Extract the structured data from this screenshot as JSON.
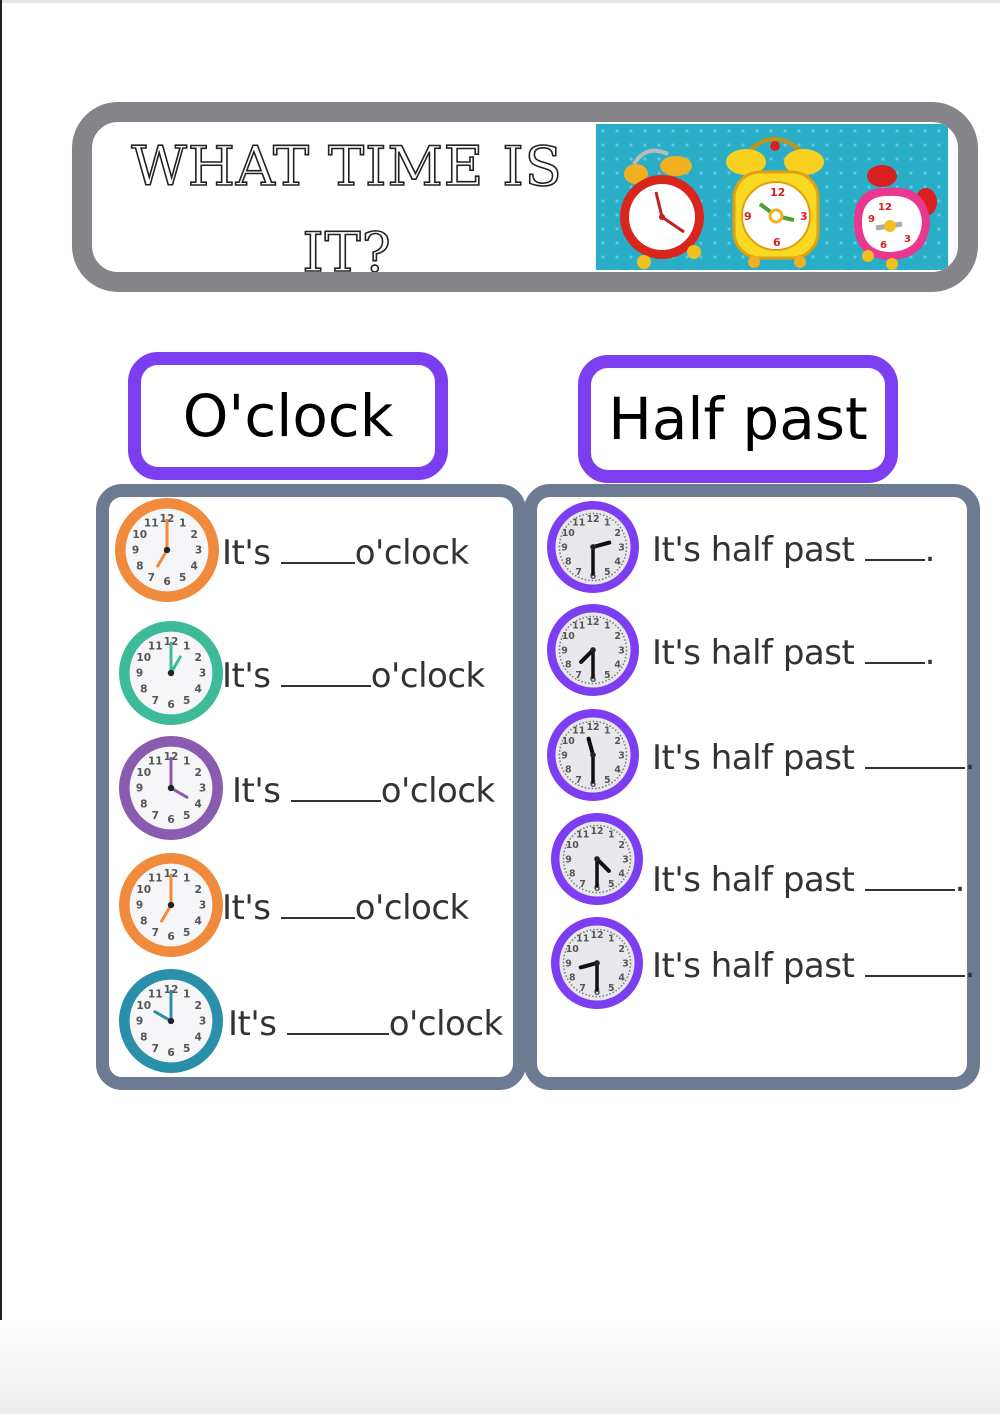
{
  "title": {
    "line1": "WHAT TIME IS",
    "line2": "IT?",
    "illustration": "three-alarm-clocks-illustration"
  },
  "colors": {
    "title_frame": "#858488",
    "category_border": "#7c3ef0",
    "panel_border": "#6c7a92",
    "banner_bg": "#2aaec8"
  },
  "categories": {
    "oclock": "O'clock",
    "halfpast": "Half past"
  },
  "oclock_items": [
    {
      "prefix": "It's",
      "suffix": "o'clock",
      "hour": 7,
      "color": "#f08a3c"
    },
    {
      "prefix": "It's",
      "suffix": "o'clock",
      "hour": 1,
      "color": "#3dbb99"
    },
    {
      "prefix": "It's",
      "suffix": "o'clock",
      "hour": 4,
      "color": "#8a5cb0"
    },
    {
      "prefix": "It's",
      "suffix": "o'clock",
      "hour": 7,
      "color": "#f08a3c"
    },
    {
      "prefix": "It's",
      "suffix": "o'clock",
      "hour": 10,
      "color": "#2a8fa8"
    }
  ],
  "halfpast_items": [
    {
      "prefix": "It's half past",
      "suffix": ".",
      "hour": 2
    },
    {
      "prefix": "It's half past",
      "suffix": ".",
      "hour": 7
    },
    {
      "prefix": "It's half past",
      "suffix": ".",
      "hour": 11
    },
    {
      "prefix": "It's half past",
      "suffix": ".",
      "hour": 4
    },
    {
      "prefix": "It's half past",
      "suffix": ".",
      "hour": 8
    }
  ]
}
